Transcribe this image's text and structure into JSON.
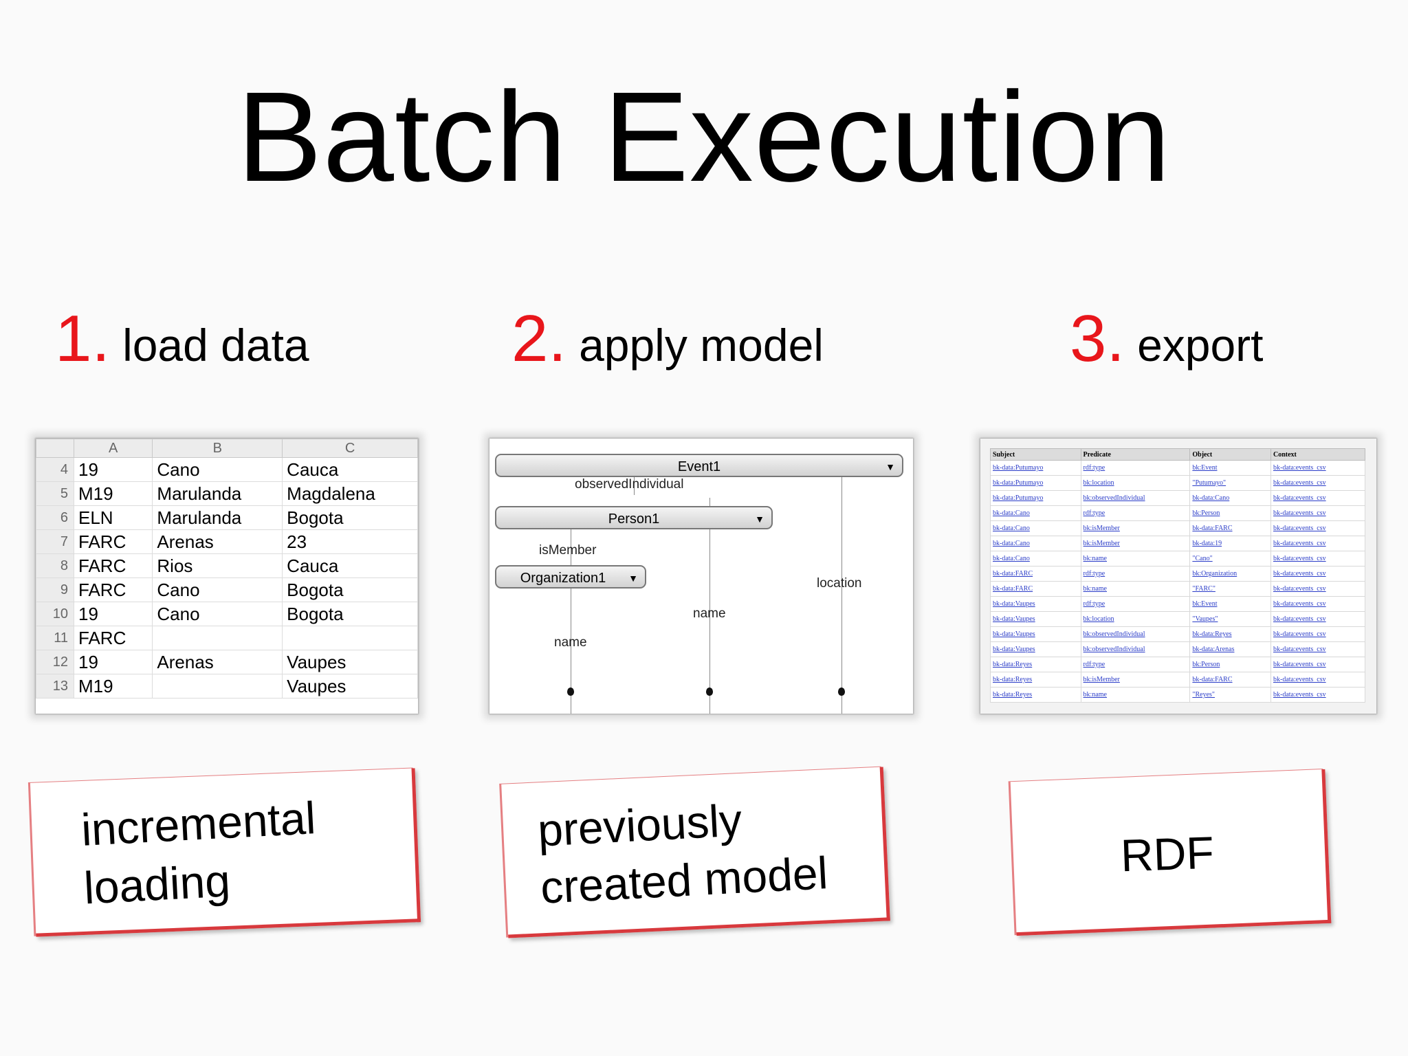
{
  "title": "Batch Execution",
  "steps": [
    {
      "number": "1.",
      "label": "load data"
    },
    {
      "number": "2.",
      "label": "apply model"
    },
    {
      "number": "3.",
      "label": "export"
    }
  ],
  "spreadsheet": {
    "columns": [
      "A",
      "B",
      "C"
    ],
    "rows": [
      {
        "num": "4",
        "a": "19",
        "b": "Cano",
        "c": "Cauca"
      },
      {
        "num": "5",
        "a": "M19",
        "b": "Marulanda",
        "c": "Magdalena"
      },
      {
        "num": "6",
        "a": "ELN",
        "b": "Marulanda",
        "c": "Bogota"
      },
      {
        "num": "7",
        "a": "FARC",
        "b": "Arenas",
        "c": "23"
      },
      {
        "num": "8",
        "a": "FARC",
        "b": "Rios",
        "c": "Cauca"
      },
      {
        "num": "9",
        "a": "FARC",
        "b": "Cano",
        "c": "Bogota"
      },
      {
        "num": "10",
        "a": "19",
        "b": "Cano",
        "c": "Bogota"
      },
      {
        "num": "11",
        "a": "FARC",
        "b": "",
        "c": ""
      },
      {
        "num": "12",
        "a": "19",
        "b": "Arenas",
        "c": "Vaupes"
      },
      {
        "num": "13",
        "a": "M19",
        "b": "",
        "c": "Vaupes"
      }
    ]
  },
  "model": {
    "event_node": "Event1",
    "person_node": "Person1",
    "org_node": "Organization1",
    "edge_observed": "observedIndividual",
    "edge_member": "isMember",
    "edge_location": "location",
    "edge_person_name": "name",
    "edge_org_name": "name"
  },
  "rdf_table": {
    "headers": [
      "Subject",
      "Predicate",
      "Object",
      "Context"
    ],
    "rows": [
      [
        "bk-data:Putumayo",
        "rdf:type",
        "bk:Event",
        "bk-data:events_csv"
      ],
      [
        "bk-data:Putumayo",
        "bk:location",
        "\"Putumayo\"",
        "bk-data:events_csv"
      ],
      [
        "bk-data:Putumayo",
        "bk:observedIndividual",
        "bk-data:Cano",
        "bk-data:events_csv"
      ],
      [
        "bk-data:Cano",
        "rdf:type",
        "bk:Person",
        "bk-data:events_csv"
      ],
      [
        "bk-data:Cano",
        "bk:isMember",
        "bk-data:FARC",
        "bk-data:events_csv"
      ],
      [
        "bk-data:Cano",
        "bk:isMember",
        "bk-data:19",
        "bk-data:events_csv"
      ],
      [
        "bk-data:Cano",
        "bk:name",
        "\"Cano\"",
        "bk-data:events_csv"
      ],
      [
        "bk-data:FARC",
        "rdf:type",
        "bk:Organization",
        "bk-data:events_csv"
      ],
      [
        "bk-data:FARC",
        "bk:name",
        "\"FARC\"",
        "bk-data:events_csv"
      ],
      [
        "bk-data:Vaupes",
        "rdf:type",
        "bk:Event",
        "bk-data:events_csv"
      ],
      [
        "bk-data:Vaupes",
        "bk:location",
        "\"Vaupes\"",
        "bk-data:events_csv"
      ],
      [
        "bk-data:Vaupes",
        "bk:observedIndividual",
        "bk-data:Reyes",
        "bk-data:events_csv"
      ],
      [
        "bk-data:Vaupes",
        "bk:observedIndividual",
        "bk-data:Arenas",
        "bk-data:events_csv"
      ],
      [
        "bk-data:Reyes",
        "rdf:type",
        "bk:Person",
        "bk-data:events_csv"
      ],
      [
        "bk-data:Reyes",
        "bk:isMember",
        "bk-data:FARC",
        "bk-data:events_csv"
      ],
      [
        "bk-data:Reyes",
        "bk:name",
        "\"Reyes\"",
        "bk-data:events_csv"
      ]
    ]
  },
  "cards": [
    {
      "line1": "incremental",
      "line2": "loading"
    },
    {
      "line1": "previously",
      "line2": "created model"
    },
    {
      "line1": "RDF",
      "line2": ""
    }
  ]
}
